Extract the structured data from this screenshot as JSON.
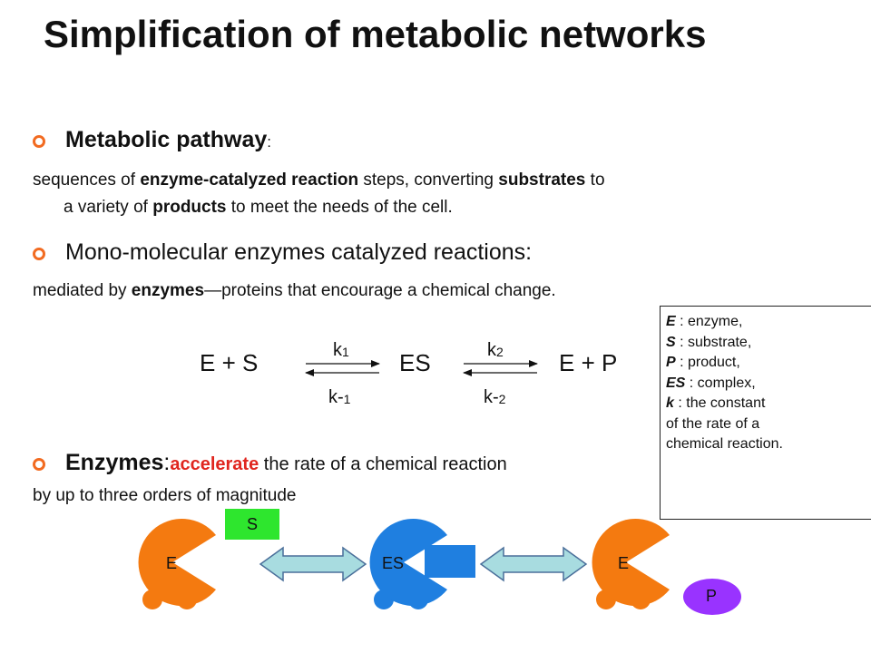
{
  "title": "Simplification of metabolic networks",
  "section1": {
    "heading": "Metabolic pathway",
    "heading_suffix": ":",
    "text": {
      "p1": "sequences of ",
      "b1": "enzyme-catalyzed reaction",
      "p2": " steps, converting ",
      "b2": "substrates",
      "p3": " to",
      "p4": "a variety of ",
      "b3": "products",
      "p5": " to meet the needs of the cell."
    }
  },
  "section2": {
    "heading": "Mono-molecular  enzymes  catalyzed   reactions:",
    "text": {
      "p1": "mediated by ",
      "b1": "enzymes",
      "p2": "—proteins that encourage a chemical change."
    }
  },
  "reaction": {
    "left": "E + S",
    "middle": "ES",
    "right": "E + P",
    "k1": "k",
    "k1_sub": "1",
    "km1": "k-",
    "km1_sub": "1",
    "k2": "k",
    "k2_sub": "2",
    "km2": "k-",
    "km2_sub": "2"
  },
  "legend": {
    "items": [
      {
        "sym": "E",
        "desc": " :  enzyme,"
      },
      {
        "sym": "S",
        "desc": " :  substrate,"
      },
      {
        "sym": "P",
        "desc": " :  product,"
      },
      {
        "sym": "ES",
        "desc": " :  complex,"
      },
      {
        "sym": "k",
        "desc": " :  the constant"
      }
    ],
    "line6": "of  the rate of a",
    "line7": "chemical reaction."
  },
  "section3": {
    "heading": "Enzymes",
    "heading_colon": ": ",
    "red": "accelerate",
    "rest": " the rate of a chemical reaction",
    "line2": "by up to three orders of magnitude"
  },
  "graphic": {
    "s_label": "S",
    "e1_label": "E",
    "es_label": "ES",
    "e2_label": "E",
    "p_label": "P",
    "colors": {
      "enzyme": "#f47a10",
      "complex": "#1f7fe0",
      "substrate": "#2ee62e",
      "product": "#9933ff",
      "arrow_fill": "#a8dce0",
      "bullet": "#f26b21",
      "accent_red": "#e0261f"
    }
  }
}
